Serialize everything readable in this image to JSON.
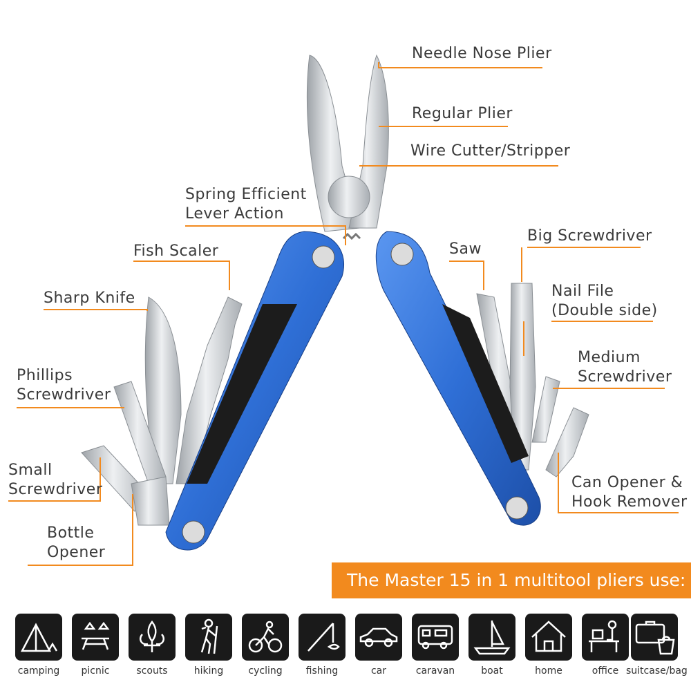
{
  "labels": {
    "needle_nose_plier": "Needle Nose Plier",
    "regular_plier": "Regular Plier",
    "wire_cutter": "Wire Cutter/Stripper",
    "spring_1": "Spring Efficient",
    "spring_2": "Lever Action",
    "fish_scaler": "Fish Scaler",
    "sharp_knife": "Sharp Knife",
    "phillips_1": "Phillips",
    "phillips_2": "Screwdriver",
    "small_sd_1": "Small",
    "small_sd_2": "Screwdriver",
    "bottle_1": "Bottle",
    "bottle_2": "Opener",
    "saw": "Saw",
    "big_screwdriver": "Big Screwdriver",
    "nail_file_1": "Nail File",
    "nail_file_2": "(Double side)",
    "medium_sd_1": "Medium",
    "medium_sd_2": "Screwdriver",
    "can_opener_1": "Can Opener &",
    "can_opener_2": "Hook Remover"
  },
  "banner": "The Master 15 in 1 multitool pliers use:",
  "uses": [
    {
      "label": "camping",
      "icon": "tent-icon"
    },
    {
      "label": "picnic",
      "icon": "picnic-table-icon"
    },
    {
      "label": "scouts",
      "icon": "fleur-de-lis-icon"
    },
    {
      "label": "hiking",
      "icon": "hiker-icon"
    },
    {
      "label": "cycling",
      "icon": "cyclist-icon"
    },
    {
      "label": "fishing",
      "icon": "fishing-rod-icon"
    },
    {
      "label": "car",
      "icon": "car-icon"
    },
    {
      "label": "caravan",
      "icon": "caravan-icon"
    },
    {
      "label": "boat",
      "icon": "sailboat-icon"
    },
    {
      "label": "home",
      "icon": "house-icon"
    },
    {
      "label": "office",
      "icon": "desk-worker-icon"
    },
    {
      "label": "suitcase/bag",
      "icon": "suitcase-bag-icon"
    }
  ],
  "colors": {
    "accent": "#f28a1e",
    "handle_blue": "#2f6fd6",
    "steel": "#c9ccd0",
    "tile": "#1a1a1a"
  }
}
